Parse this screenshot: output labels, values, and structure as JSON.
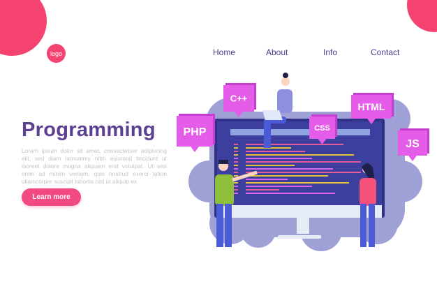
{
  "logo": {
    "text": "logo"
  },
  "nav": {
    "items": [
      {
        "label": "Home"
      },
      {
        "label": "About"
      },
      {
        "label": "Info"
      },
      {
        "label": "Contact"
      }
    ]
  },
  "hero": {
    "title": "Programming",
    "body": "Lorem ipsum dolor sit amet, consectetuer adipiscing elit, sed diam nonummy nibh euismod tincidunt ut laoreet dolore magna aliquam erat volutpat. Ut wisi enim ad minim veniam, quis nostrud exerci tation ullamcorper suscipit lobortis nisl ut aliquip ex",
    "cta_label": "Learn more"
  },
  "illustration": {
    "bubbles": [
      {
        "label": "PHP"
      },
      {
        "label": "C++"
      },
      {
        "label": "CSS"
      },
      {
        "label": "HTML"
      },
      {
        "label": "JS"
      }
    ]
  },
  "colors": {
    "accent": "#f4436f",
    "title": "#5b3f91",
    "nav": "#4b3c8a",
    "screen": "#3d3f9e",
    "bubble": "#e45ce8",
    "gear": "#8f90cf"
  }
}
